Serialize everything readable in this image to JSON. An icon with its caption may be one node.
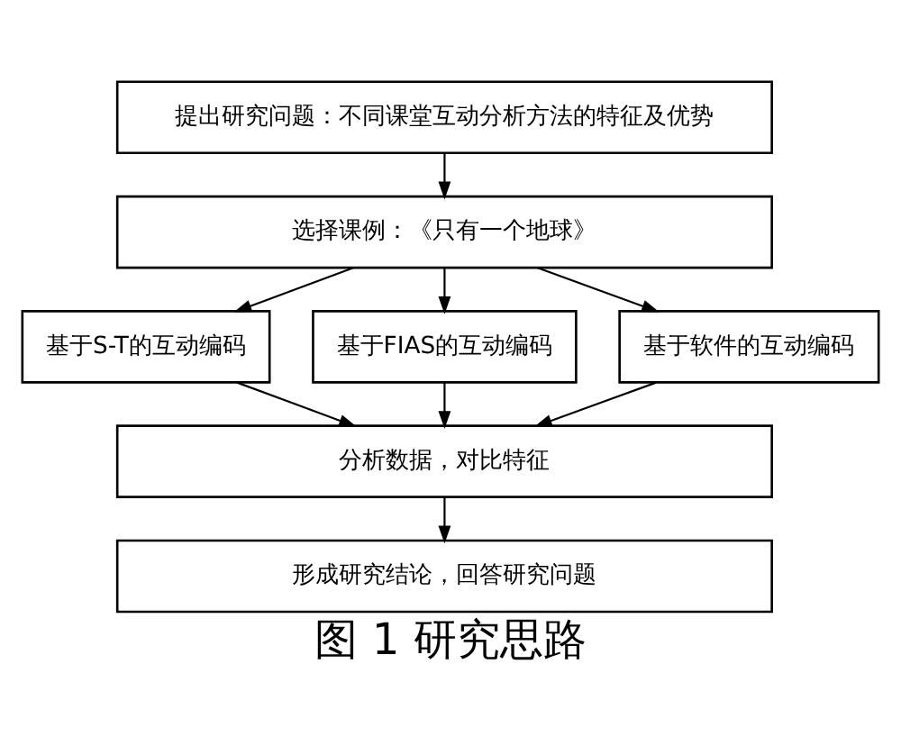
{
  "diagram": {
    "caption": "图 1 研究思路",
    "nodes": [
      {
        "text": [
          "提出研究问题：不同课堂互动分析方法的特征及优势"
        ]
      },
      {
        "text": [
          "选择课例：《只有一个地球》"
        ]
      },
      {
        "text": [
          "基于S-T的互动编码"
        ]
      },
      {
        "text": [
          "基于FIAS的互动编码"
        ]
      },
      {
        "text": [
          "基于软件的互动编码"
        ]
      },
      {
        "text": [
          "分析数据，对比特征"
        ]
      },
      {
        "text": [
          "形成研究结论，回答研究问题"
        ]
      }
    ],
    "edges": [
      {
        "from": 0,
        "to": 1,
        "arrow": "to"
      },
      {
        "from": 1,
        "to": 2,
        "arrow": "to"
      },
      {
        "from": 1,
        "to": 3,
        "arrow": "to"
      },
      {
        "from": 1,
        "to": 4,
        "arrow": "to"
      },
      {
        "from": 2,
        "to": 5,
        "arrow": "to"
      },
      {
        "from": 3,
        "to": 5,
        "arrow": "to"
      },
      {
        "from": 4,
        "to": 5,
        "arrow": "to"
      },
      {
        "from": 5,
        "to": 6,
        "arrow": "to"
      }
    ]
  }
}
